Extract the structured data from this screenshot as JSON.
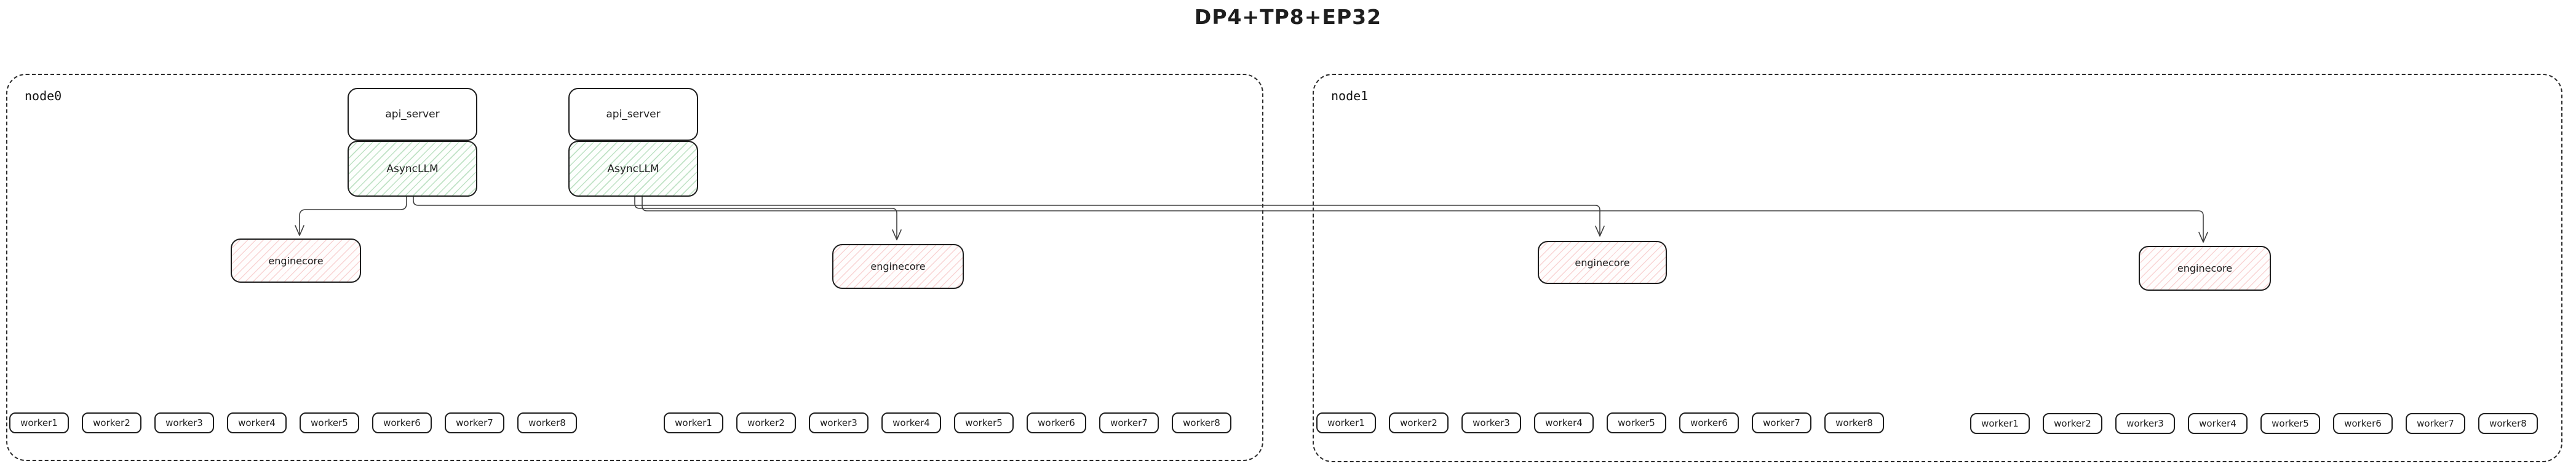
{
  "title": "DP4+TP8+EP32",
  "node0": {
    "label": "node0"
  },
  "node1": {
    "label": "node1"
  },
  "api_server_label": "api_server",
  "asyncllm_label": "AsyncLLM",
  "enginecore_label": "enginecore",
  "worker_labels": [
    "worker1",
    "worker2",
    "worker3",
    "worker4",
    "worker5",
    "worker6",
    "worker7",
    "worker8"
  ],
  "colors": {
    "box_border": "#1e1e1e",
    "node_dash_border": "#2b2b2b",
    "asyncllm_hatch": "#2f9e44",
    "enginecore_hatch": "#e03131",
    "connector": "#3f3f3f",
    "background": "#ffffff"
  }
}
